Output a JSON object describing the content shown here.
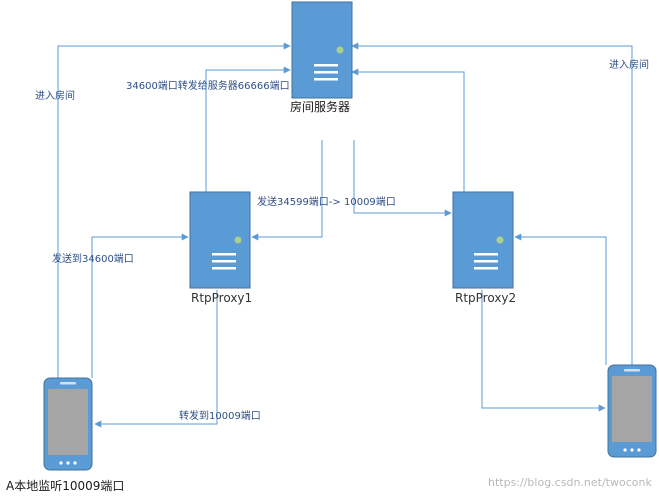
{
  "colors": {
    "server": "#5b9bd5",
    "server_dark": "#41719c",
    "led": "#a9d18e",
    "line": "#5b9bd5",
    "phone_body": "#5b9bd5",
    "phone_screen": "#a5a5a5"
  },
  "nodes": {
    "room_server": "房间服务器",
    "proxy1": "RtpProxy1",
    "proxy2": "RtpProxy2",
    "phone_a": "A本地监听10009端口"
  },
  "edges": {
    "enter_room_left": "进入房间",
    "enter_room_right": "进入房间",
    "forward_34600": "34600端口转发给服务器66666端口",
    "send_34599": "发送34599端口-> 10009端口",
    "send_34600": "发送到34600端口",
    "forward_10009": "转发到10009端口"
  },
  "watermark": "https://blog.csdn.net/twoconk"
}
